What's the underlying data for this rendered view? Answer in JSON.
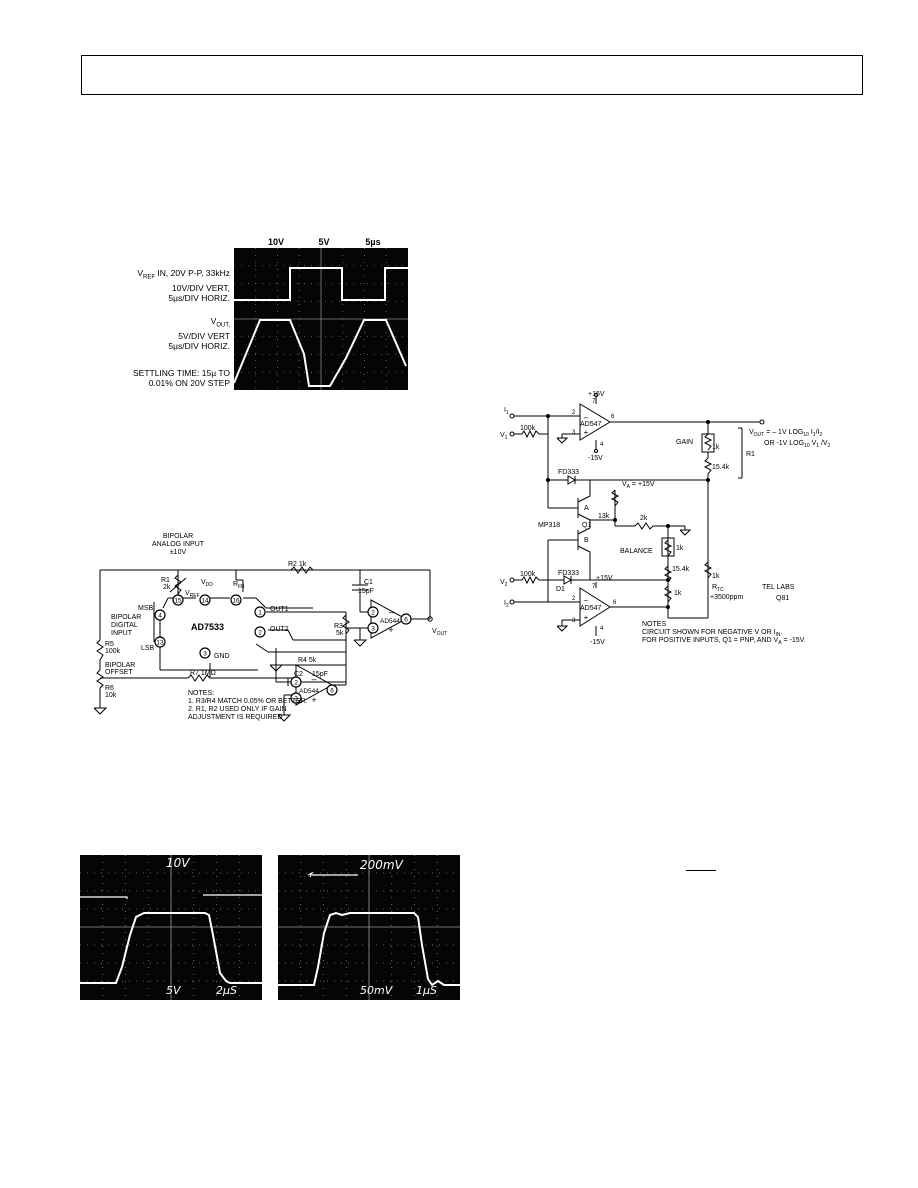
{
  "fig_scope_top": {
    "header": [
      "10V",
      "5V",
      "5µs"
    ],
    "vref_label": "V",
    "vref_sub": "REF",
    "vref_rest": " IN, 20V P-P, 33kHz",
    "vref_scale1": "10V/DIV VERT,",
    "vref_scale2": "5µs/DIV HORIZ.",
    "vout_label": "V",
    "vout_sub": "OUT,",
    "vout_scale1": "5V/DIV VERT",
    "vout_scale2": "5µs/DIV HORIZ.",
    "settling1": "SETTLING TIME: 15µ TO",
    "settling2": "0.01% ON 20V STEP"
  },
  "fig_ad7533": {
    "bipolar_input": [
      "BIPOLAR",
      "ANALOG INPUT",
      "±10V"
    ],
    "r1": [
      "R1",
      "2k"
    ],
    "vdd": "V",
    "vdd_sub": "DD",
    "vref": "V",
    "vref_sub": "REF",
    "rfb": "R",
    "rfb_sub": "FB",
    "r2": "R2 1k",
    "c1": [
      "C1",
      "15pF"
    ],
    "pins": [
      "15",
      "14",
      "16",
      "4",
      "13",
      "1",
      "2",
      "3",
      "2",
      "3",
      "6",
      "2",
      "3",
      "6"
    ],
    "msb": "MSB",
    "lsb": "LSB",
    "digital_input": [
      "BIPOLAR",
      "DIGITAL",
      "INPUT"
    ],
    "chip": "AD7533",
    "out1": "OUT1",
    "out2": "OUT2",
    "gnd": "GND",
    "r3": [
      "R3",
      "5k"
    ],
    "r4": "R4 5k",
    "c2": "C2",
    "c2_val": "15pF",
    "opamp1": "AD544",
    "opamp2": "AD544",
    "vout": "V",
    "vout_sub": "OUT",
    "r5": [
      "R5",
      "100k"
    ],
    "offset": [
      "BIPOLAR",
      "OFFSET"
    ],
    "r6": [
      "R6",
      "10k"
    ],
    "r7": "R7 1MΩ",
    "notes": [
      "NOTES:",
      "1. R3/R4 MATCH 0.05% OR BETTER.",
      "2. R1, R2 USED ONLY IF GAIN",
      "   ADJUSTMENT IS REQUIRED"
    ]
  },
  "fig_log": {
    "i1": "I",
    "i1_sub": "1",
    "v1": "V",
    "v1_sub": "1",
    "i2": "I",
    "i2_sub": "2",
    "v2": "V",
    "v2_sub": "2",
    "plus15": "+15V",
    "minus15": "-15V",
    "r100k": "100k",
    "amp": "AD547",
    "pin7": "7",
    "pin6": "6",
    "pin2": "2",
    "pin3": "3",
    "pin4": "4",
    "vout_eq1": "V",
    "vout_eq1_sub": "OUT",
    "vout_eq1_rest": " = – 1V LOG",
    "log10": "10",
    "eq1_tail": " I",
    "eq1_i1": "1",
    "eq1_slash": "/I",
    "eq1_i2": "2",
    "vout_eq2": "OR -1V LOG",
    "eq2_tail": " V",
    "eq2_v1": "1",
    "eq2_slash": " /V",
    "eq2_v2": "2",
    "gain": "GAIN",
    "r1k": "1k",
    "r154k": "15.4k",
    "r1": "R1",
    "fd333": "FD333",
    "va": "V",
    "va_sub": "A",
    "va_val": " = +15V",
    "mp318": "MP318",
    "q1": "Q1",
    "a": "A",
    "b": "B",
    "r13k": "13k",
    "r2k": "2k",
    "balance": "BALANCE",
    "d1": "D1",
    "rtc": "R",
    "rtc_sub": "TC",
    "rtc_val": "+3500ppm",
    "tel": "TEL LABS",
    "q81": "Q81",
    "notes": "NOTES",
    "note1": "CIRCUIT SHOWN FOR NEGATIVE V OR I",
    "note1_sub": "IN",
    "note1_end": ".",
    "note2": "FOR POSITIVE INPUTS, Q1 = PNP, AND V",
    "note2_sub": "A",
    "note2_end": " = -15V."
  },
  "fig_scope_left": {
    "top": "10V",
    "bl": "5V",
    "br": "2µS"
  },
  "fig_scope_right": {
    "top": "200mV",
    "bl": "50mV",
    "br": "1µS"
  }
}
